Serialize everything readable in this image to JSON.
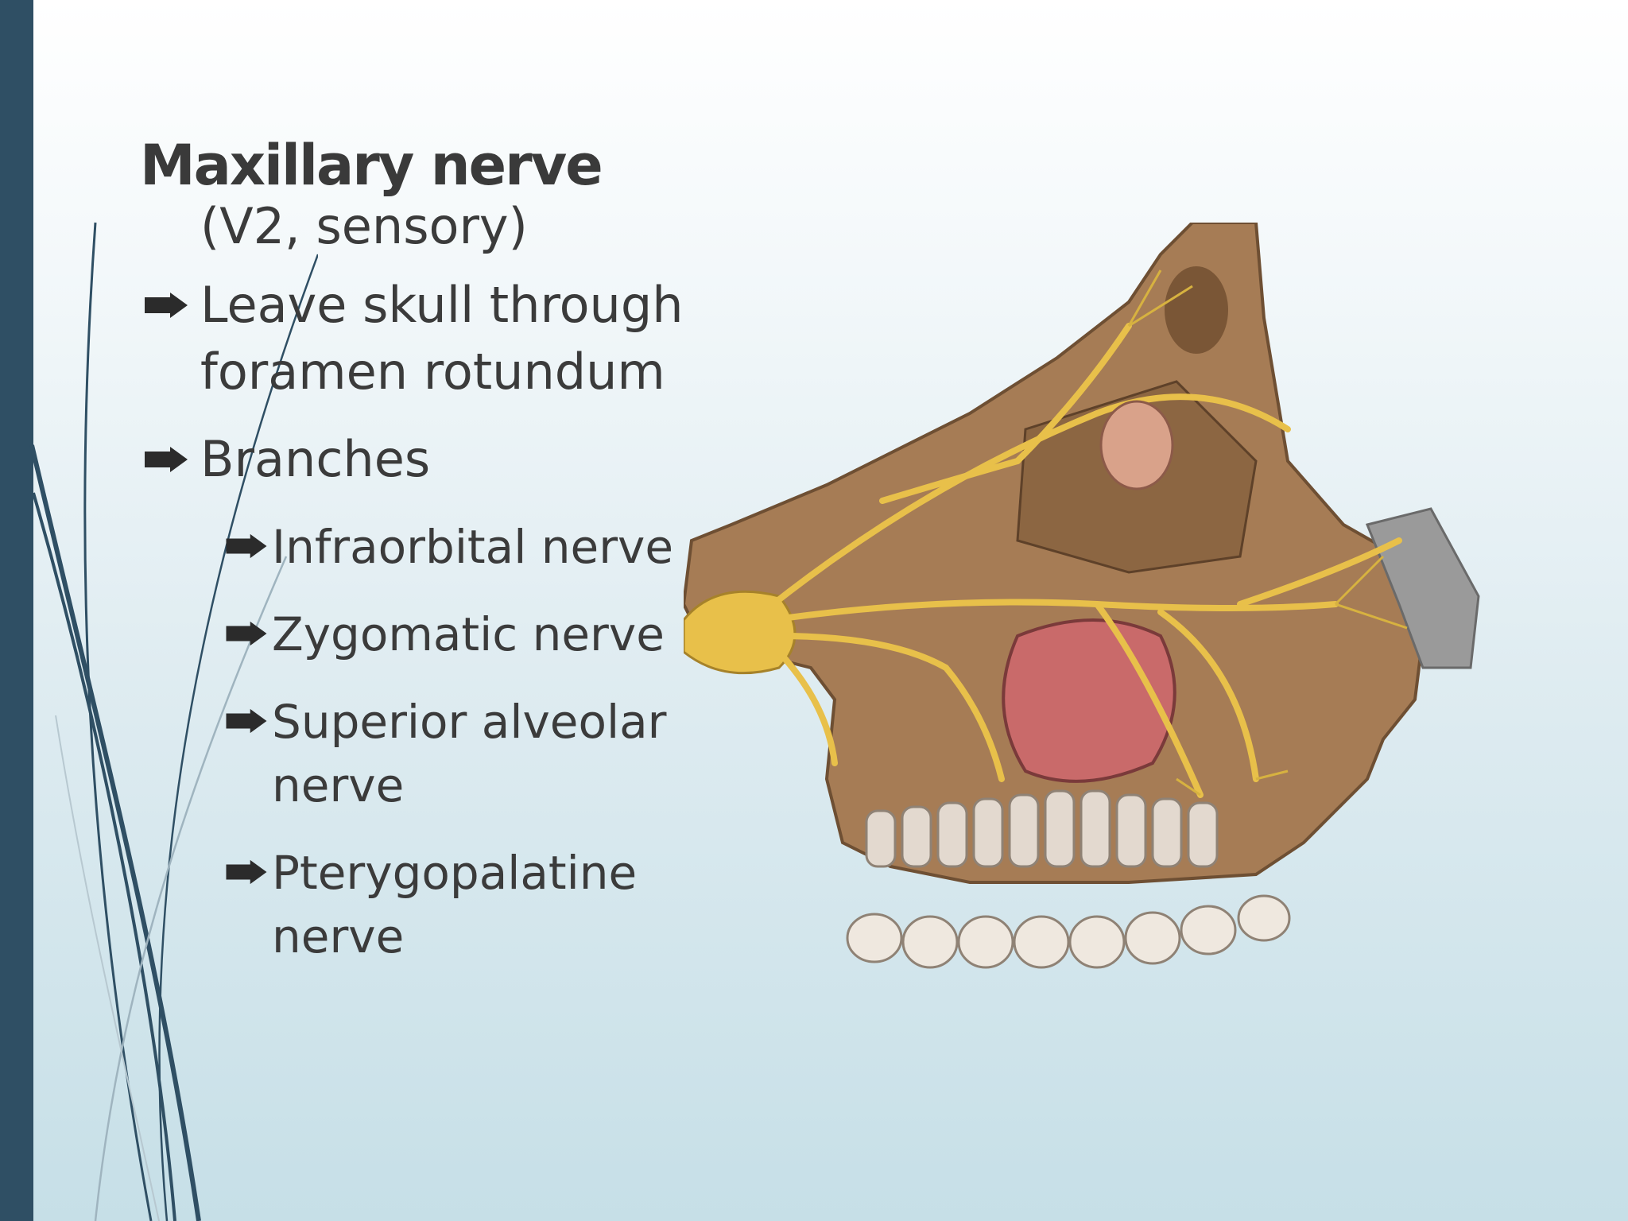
{
  "slide": {
    "title": "Maxillary nerve",
    "subtitle": "(Ⅴ2, sensory)",
    "bullets": [
      {
        "text": "Leave skull through",
        "text2": "foramen rotundum"
      },
      {
        "text": "Branches"
      }
    ],
    "branches": [
      {
        "line1": "Infraorbital nerve"
      },
      {
        "line1": "Zygomatic nerve"
      },
      {
        "line1": "Superior alveolar",
        "line2": "nerve"
      },
      {
        "line1": "Pterygopalatine",
        "line2": "nerve"
      }
    ],
    "bullet_icon": "arrow-bullet-icon",
    "figure": "maxillary-nerve-anatomy-illustration"
  },
  "colors": {
    "left_bar": "#2f4f64",
    "text": "#3b3b3b",
    "bone": "#a67c55",
    "nerve": "#e8c04a",
    "sinus": "#c96a6a"
  }
}
